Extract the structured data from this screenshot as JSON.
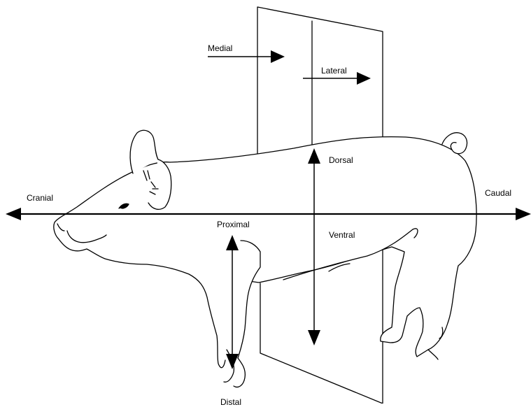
{
  "diagram": {
    "labels": {
      "medial": "Medial",
      "lateral": "Lateral",
      "dorsal": "Dorsal",
      "ventral": "Ventral",
      "cranial": "Cranial",
      "caudal": "Caudal",
      "proximal": "Proximal",
      "distal": "Distal"
    }
  }
}
